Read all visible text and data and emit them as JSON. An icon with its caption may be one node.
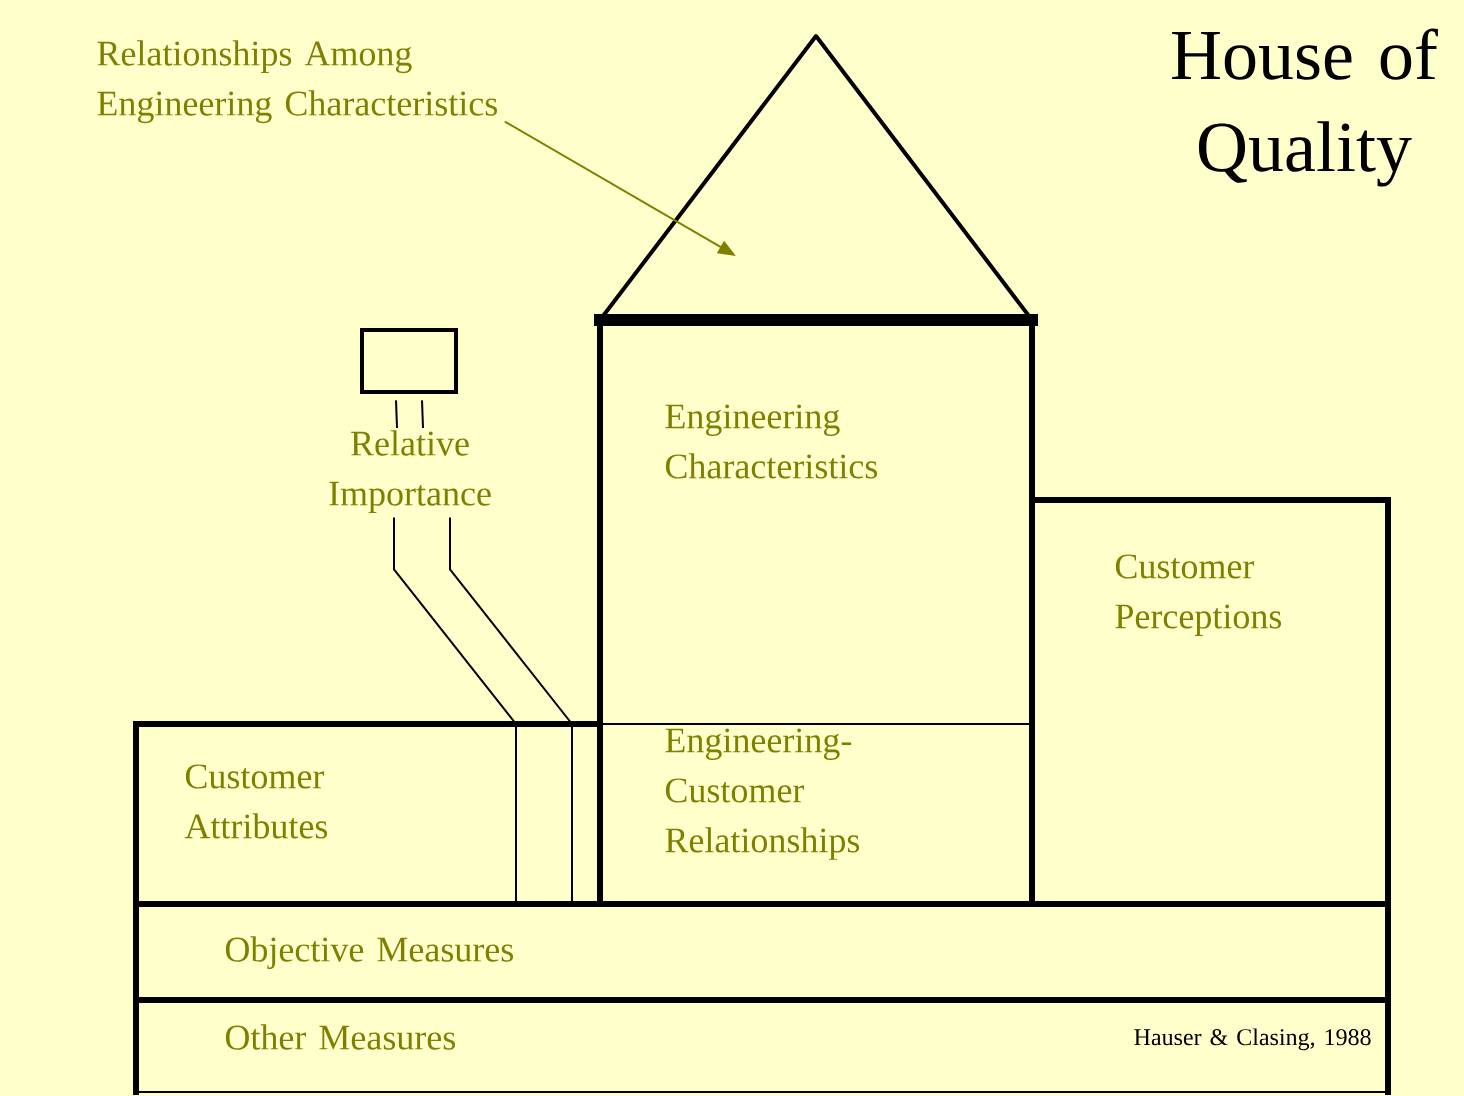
{
  "diagram": {
    "title": "House of Quality",
    "nodes": [
      {
        "text": [
          "Relationships Among Engineering Characteristics"
        ]
      },
      {
        "text": [],
        "shape": "triangle"
      },
      {
        "text": [
          "Engineering Characteristics"
        ]
      },
      {
        "text": [
          "Engineering- Customer Relationships"
        ]
      },
      {
        "text": [
          "Customer Attributes"
        ]
      },
      {
        "text": [
          "Customer Perceptions"
        ]
      },
      {
        "text": [
          "Objective Measures"
        ]
      },
      {
        "text": [
          "Other Measures",
          "Hauser & Clasing, 1988"
        ]
      },
      {
        "text": [],
        "shape": "box"
      },
      {
        "text": [
          "Relative Importance"
        ]
      }
    ],
    "edges": [
      {
        "from": 0,
        "to": 1,
        "arrow": "to",
        "color": "#808000"
      },
      {
        "from": 8,
        "to": 9,
        "arrow": "none"
      },
      {
        "from": 9,
        "to": 4,
        "arrow": "none"
      }
    ]
  }
}
